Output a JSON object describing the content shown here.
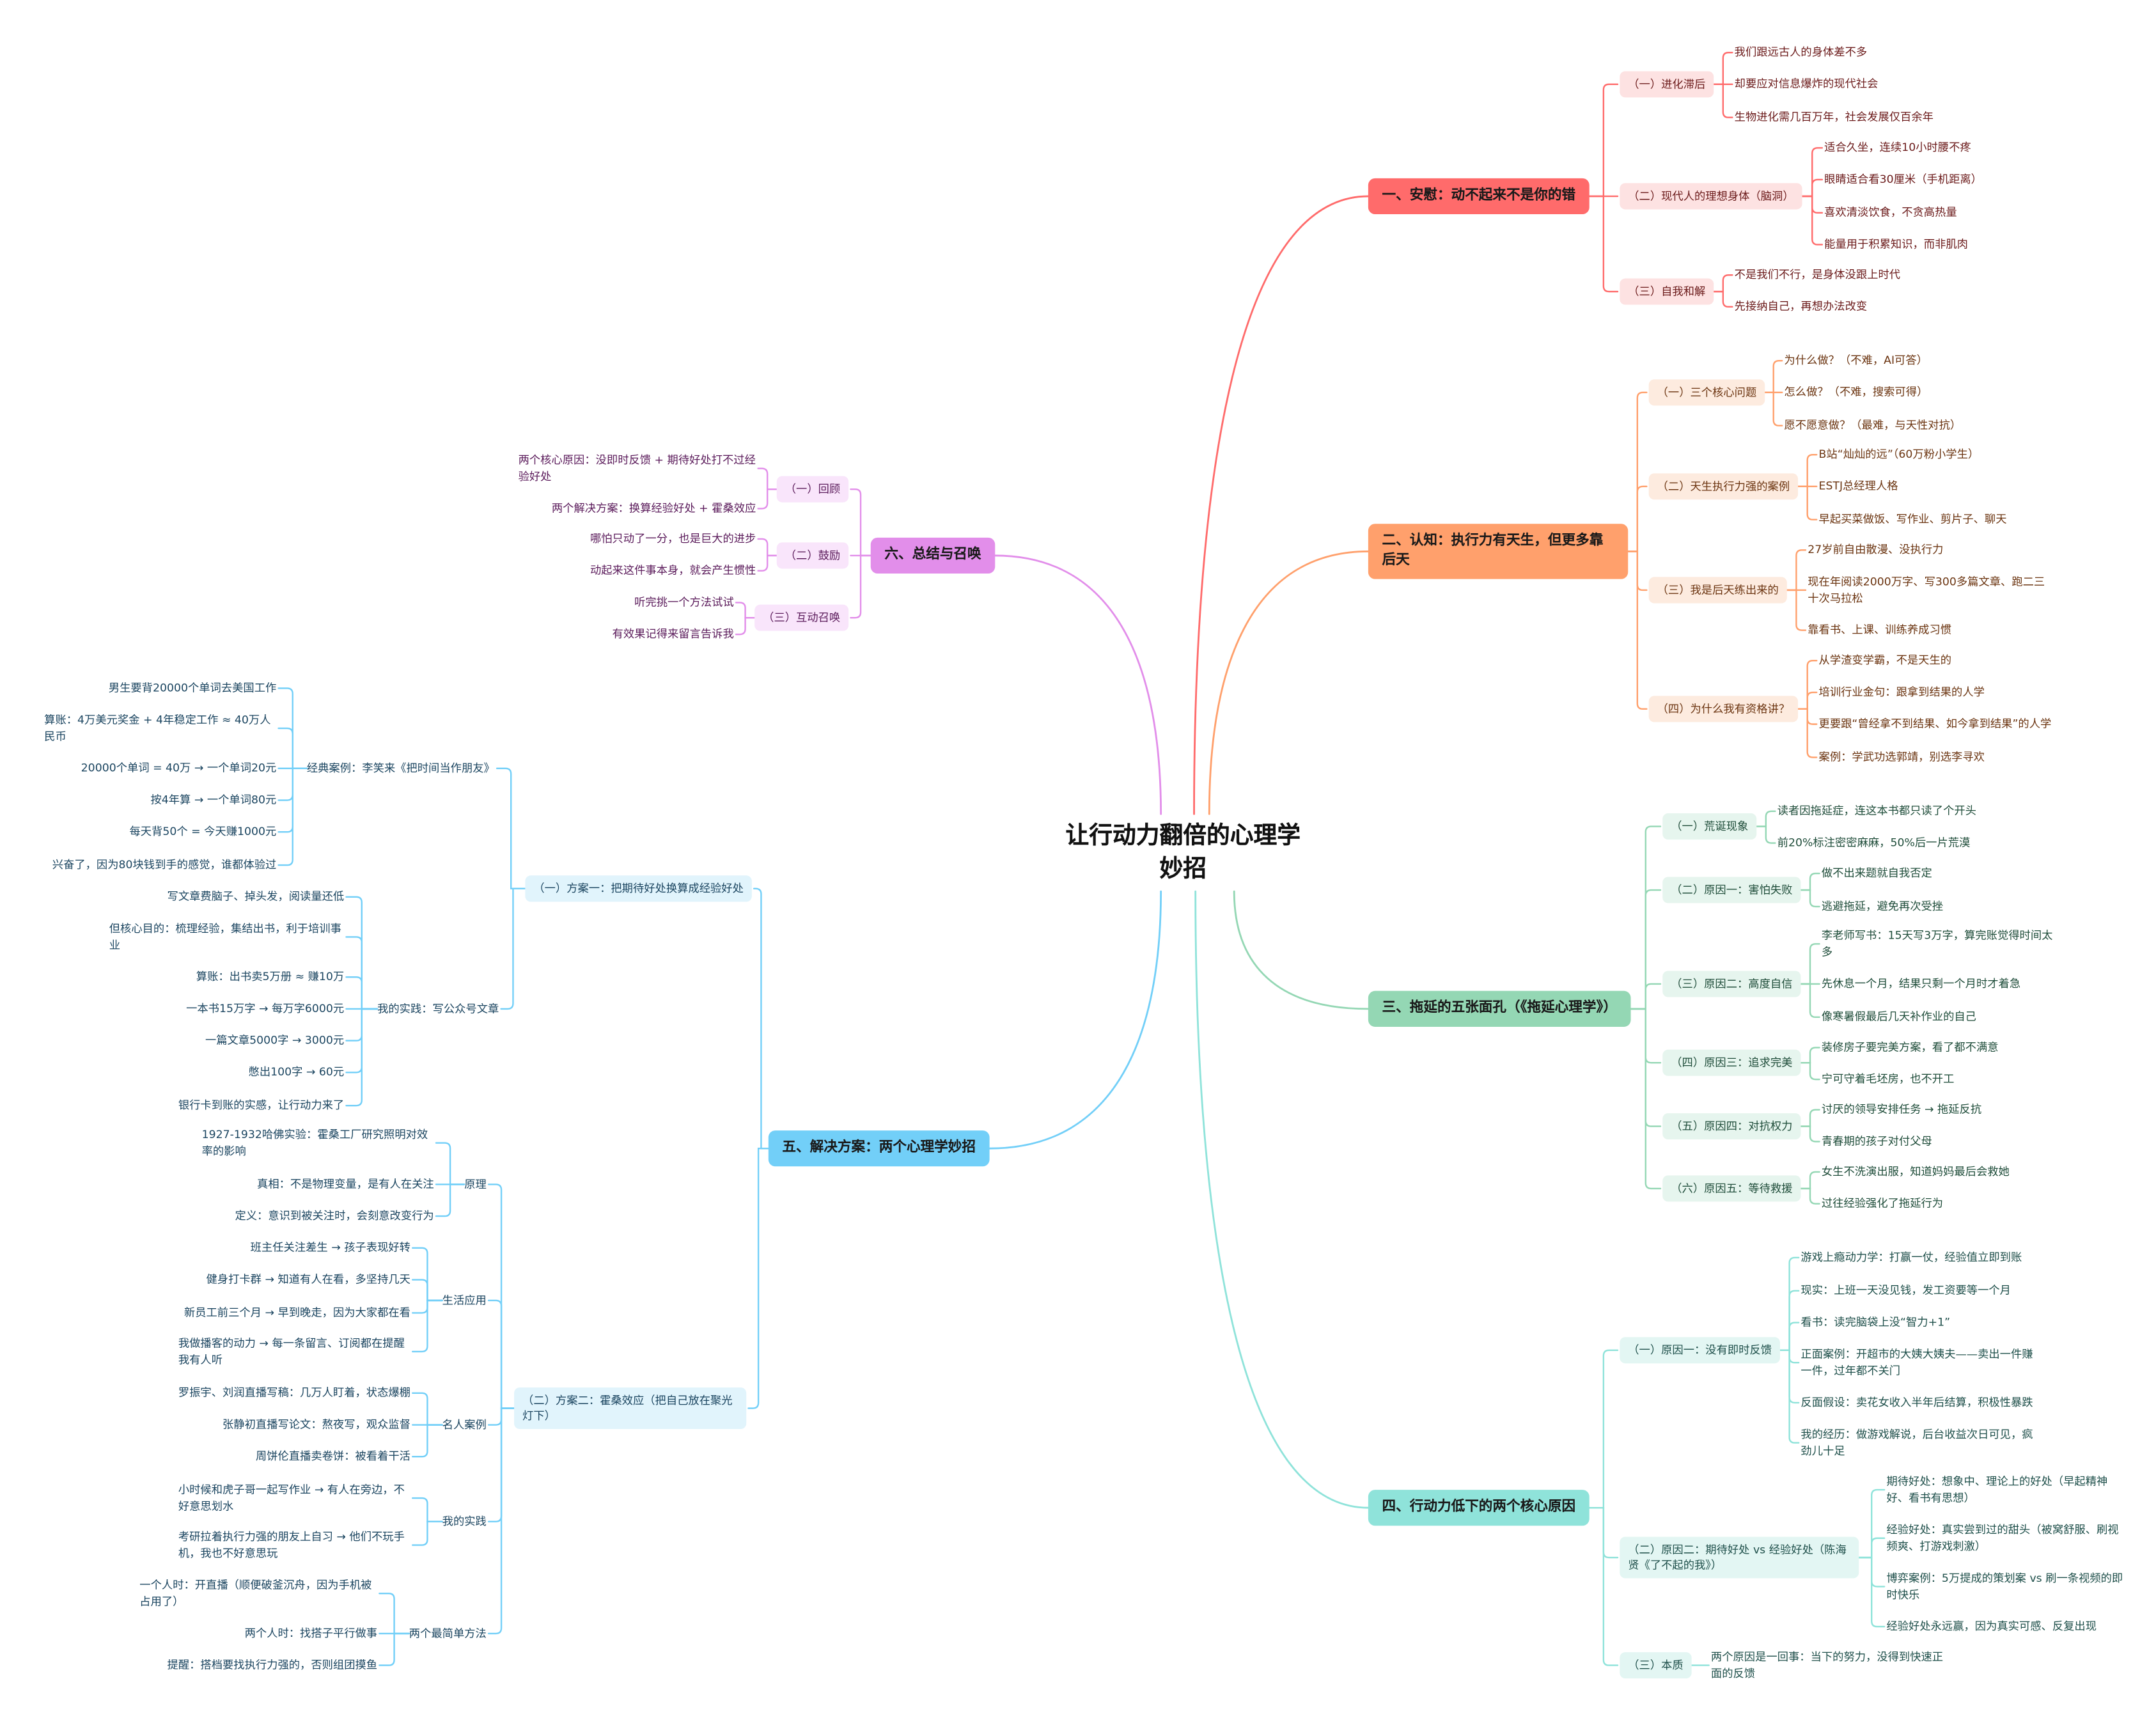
{
  "root_title": "让行动力翻倍的心理学妙招",
  "branches": [
    {
      "label": "一、安慰：动不起来不是你的错",
      "color": "#ff6b6b",
      "subs": [
        {
          "label": "（一）进化滞后",
          "items": [
            "我们跟远古人的身体差不多",
            "却要应对信息爆炸的现代社会",
            "生物进化需几百万年，社会发展仅百余年"
          ]
        },
        {
          "label": "（二）现代人的理想身体（脑洞）",
          "items": [
            "适合久坐，连续10小时腰不疼",
            "眼睛适合看30厘米（手机距离）",
            "喜欢清淡饮食，不贪高热量",
            "能量用于积累知识，而非肌肉"
          ]
        },
        {
          "label": "（三）自我和解",
          "items": [
            "不是我们不行，是身体没跟上时代",
            "先接纳自己，再想办法改变"
          ]
        }
      ]
    },
    {
      "label": "二、认知：执行力有天生，但更多靠后天",
      "color": "#ffa06c",
      "subs": [
        {
          "label": "（一）三个核心问题",
          "items": [
            "为什么做？（不难，AI可答）",
            "怎么做？（不难，搜索可得）",
            "愿不愿意做？（最难，与天性对抗）"
          ]
        },
        {
          "label": "（二）天生执行力强的案例",
          "items": [
            "B站“灿灿的远”（60万粉小学生）",
            "ESTJ总经理人格",
            "早起买菜做饭、写作业、剪片子、聊天"
          ]
        },
        {
          "label": "（三）我是后天练出来的",
          "items": [
            "27岁前自由散漫、没执行力",
            "现在年阅读2000万字、写300多篇文章、跑二三十次马拉松",
            "靠看书、上课、训练养成习惯"
          ]
        },
        {
          "label": "（四）为什么我有资格讲？",
          "items": [
            "从学渣变学霸，不是天生的",
            "培训行业金句：跟拿到结果的人学",
            "更要跟“曾经拿不到结果、如今拿到结果”的人学",
            "案例：学武功选郭靖，别选李寻欢"
          ]
        }
      ]
    },
    {
      "label": "三、拖延的五张面孔（《拖延心理学》）",
      "color": "#94d7b4",
      "subs": [
        {
          "label": "（一）荒诞现象",
          "items": [
            "读者因拖延症，连这本书都只读了个开头",
            "前20%标注密密麻麻，50%后一片荒漠"
          ]
        },
        {
          "label": "（二）原因一：害怕失败",
          "items": [
            "做不出来题就自我否定",
            "逃避拖延，避免再次受挫"
          ]
        },
        {
          "label": "（三）原因二：高度自信",
          "items": [
            "李老师写书：15天写3万字，算完账觉得时间太多",
            "先休息一个月，结果只剩一个月时才着急",
            "像寒暑假最后几天补作业的自己"
          ]
        },
        {
          "label": "（四）原因三：追求完美",
          "items": [
            "装修房子要完美方案，看了都不满意",
            "宁可守着毛坯房，也不开工"
          ]
        },
        {
          "label": "（五）原因四：对抗权力",
          "items": [
            "讨厌的领导安排任务 → 拖延反抗",
            "青春期的孩子对付父母"
          ]
        },
        {
          "label": "（六）原因五：等待救援",
          "items": [
            "女生不洗演出服，知道妈妈最后会救她",
            "过往经验强化了拖延行为"
          ]
        }
      ]
    },
    {
      "label": "四、行动力低下的两个核心原因",
      "color": "#8fe3da",
      "subs": [
        {
          "label": "（一）原因一：没有即时反馈",
          "items": [
            "游戏上瘾动力学：打赢一仗，经验值立即到账",
            "现实：上班一天没见钱，发工资要等一个月",
            "看书：读完脑袋上没“智力+1”",
            "正面案例：开超市的大姨大姨夫——卖出一件赚一件，过年都不关门",
            "反面假设：卖花女收入半年后结算，积极性暴跌",
            "我的经历：做游戏解说，后台收益次日可见，疯劲儿十足"
          ]
        },
        {
          "label": "（二）原因二：期待好处 vs 经验好处（陈海贤《了不起的我》）",
          "items": [
            "期待好处：想象中、理论上的好处（早起精神好、看书有思想）",
            "经验好处：真实尝到过的甜头（被窝舒服、刷视频爽、打游戏刺激）",
            "博弈案例：5万提成的策划案 vs 刷一条视频的即时快乐",
            "经验好处永远赢，因为真实可感、反复出现"
          ]
        },
        {
          "label": "（三）本质",
          "items": [
            "两个原因是一回事：当下的努力，没得到快速正面的反馈"
          ]
        }
      ]
    },
    {
      "label": "五、解决方案：两个心理学妙招",
      "color": "#72cff8",
      "subs": [
        {
          "label": "（一）方案一：把期待好处换算成经验好处",
          "groups": [
            {
              "label": "经典案例：李笑来《把时间当作朋友》",
              "items": [
                "男生要背20000个单词去美国工作",
                "算账：4万美元奖金 + 4年稳定工作 ≈ 40万人民币",
                "20000个单词 = 40万 → 一个单词20元",
                "按4年算 → 一个单词80元",
                "每天背50个 = 今天赚1000元",
                "兴奋了，因为80块钱到手的感觉，谁都体验过"
              ]
            },
            {
              "label": "我的实践：写公众号文章",
              "items": [
                "写文章费脑子、掉头发，阅读量还低",
                "但核心目的：梳理经验，集结出书，利于培训事业",
                "算账：出书卖5万册 ≈ 赚10万",
                "一本书15万字 → 每万字6000元",
                "一篇文章5000字 → 3000元",
                "憋出100字 → 60元",
                "银行卡到账的实感，让行动力来了"
              ]
            }
          ]
        },
        {
          "label": "（二）方案二：霍桑效应（把自己放在聚光灯下）",
          "groups": [
            {
              "label": "原理",
              "items": [
                "1927-1932哈佛实验：霍桑工厂研究照明对效率的影响",
                "真相：不是物理变量，是有人在关注",
                "定义：意识到被关注时，会刻意改变行为"
              ]
            },
            {
              "label": "生活应用",
              "items": [
                "班主任关注差生 → 孩子表现好转",
                "健身打卡群 → 知道有人在看，多坚持几天",
                "新员工前三个月 → 早到晚走，因为大家都在看",
                "我做播客的动力 → 每一条留言、订阅都在提醒我有人听"
              ]
            },
            {
              "label": "名人案例",
              "items": [
                "罗振宇、刘润直播写稿：几万人盯着，状态爆棚",
                "张静初直播写论文：熬夜写，观众监督",
                "周饼伦直播卖卷饼：被看着干活"
              ]
            },
            {
              "label": "我的实践",
              "items": [
                "小时候和虎子哥一起写作业 → 有人在旁边，不好意思划水",
                "考研拉着执行力强的朋友上自习 → 他们不玩手机，我也不好意思玩"
              ]
            },
            {
              "label": "两个最简单方法",
              "items": [
                "一个人时：开直播（顺便破釜沉舟，因为手机被占用了）",
                "两个人时：找搭子平行做事",
                "提醒：搭档要找执行力强的，否则组团摸鱼"
              ]
            }
          ]
        }
      ]
    },
    {
      "label": "六、总结与召唤",
      "color": "#e28eea",
      "subs": [
        {
          "label": "（一）回顾",
          "items": [
            "两个核心原因：没即时反馈 + 期待好处打不过经验好处",
            "两个解决方案：换算经验好处 + 霍桑效应"
          ]
        },
        {
          "label": "（二）鼓励",
          "items": [
            "哪怕只动了一分，也是巨大的进步",
            "动起来这件事本身，就会产生惯性"
          ]
        },
        {
          "label": "（三）互动召唤",
          "items": [
            "听完挑一个方法试试",
            "有效果记得来留言告诉我"
          ]
        }
      ]
    }
  ]
}
